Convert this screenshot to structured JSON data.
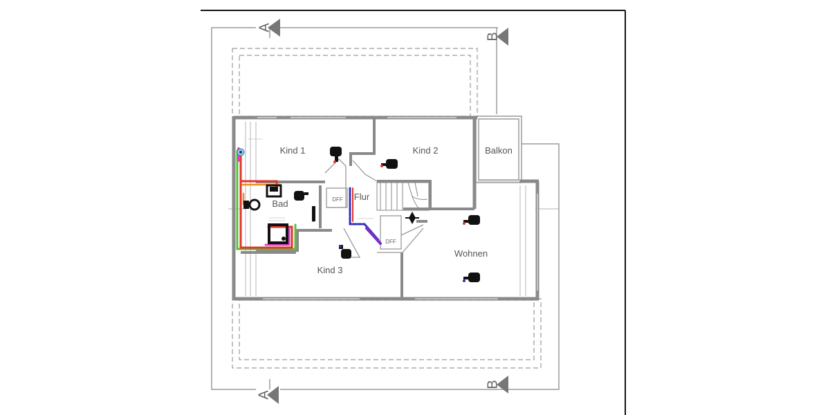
{
  "rooms": {
    "kind1": "Kind 1",
    "kind2": "Kind 2",
    "balkon": "Balkon",
    "bad": "Bad",
    "flur": "Flur",
    "kind3": "Kind 3",
    "wohnen": "Wohnen"
  },
  "labels": {
    "dff_left": "DFF",
    "dff_right": "DFF"
  },
  "section_markers": {
    "a_top": "A",
    "b_top": "B",
    "a_bottom": "A",
    "b_bottom": "B"
  },
  "colors": {
    "wall": "#8a8a8a",
    "dimension": "#9a9a9a",
    "border": "#111111",
    "pipe_green": "#5cbf3a",
    "pipe_red": "#e2342a",
    "pipe_orange": "#f08a1c",
    "pipe_magenta": "#e040d0",
    "pipe_blue": "#3030c0",
    "pipe_purple": "#7a2cc8",
    "fixture": "#111111"
  }
}
